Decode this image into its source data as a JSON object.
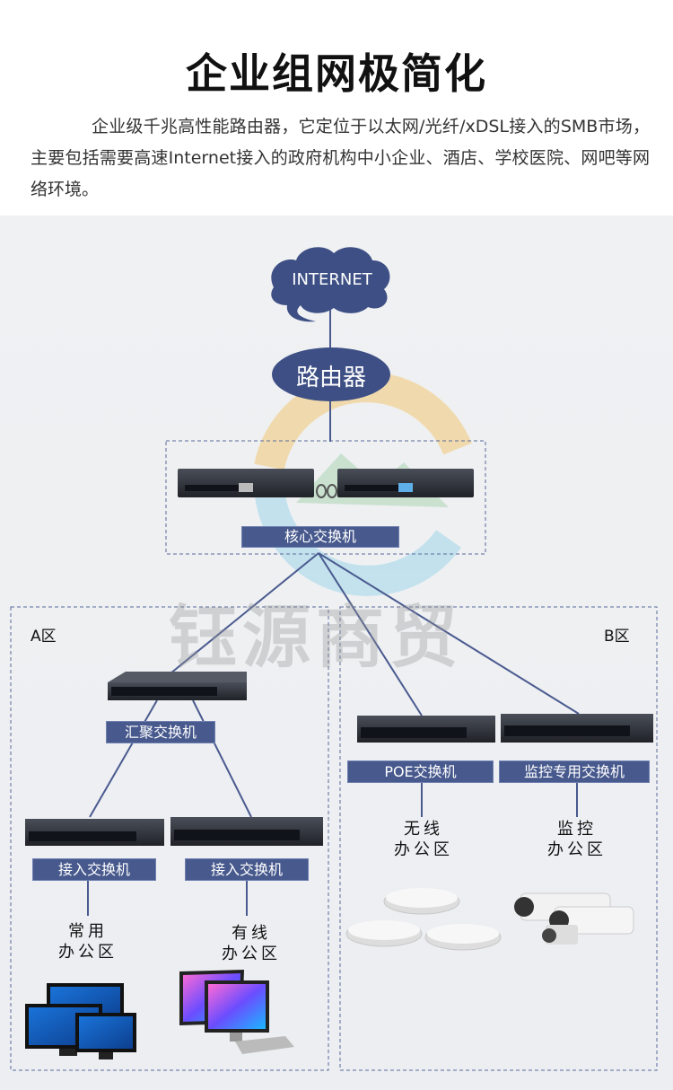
{
  "header": {
    "title": "企业组网极简化",
    "intro": "企业级千兆高性能路由器，它定位于以太网/光纤/xDSL接入的SMB市场，主要包括需要高速Internet接入的政府机构中小企业、酒店、学校医院、网吧等网络环境。"
  },
  "diagram": {
    "internet": "INTERNET",
    "router": "路由器",
    "core_switch": "核心交换机",
    "watermark": "钰源商贸",
    "zone_a": {
      "label": "A区",
      "aggregation_switch": "汇聚交换机",
      "access_switch_left": "接入交换机",
      "access_switch_right": "接入交换机",
      "office_left_line1": "常用",
      "office_left_line2": "办公区",
      "office_right_line1": "有线",
      "office_right_line2": "办公区"
    },
    "zone_b": {
      "label": "B区",
      "poe_switch": "POE交换机",
      "monitor_switch": "监控专用交换机",
      "office_left_line1": "无线",
      "office_left_line2": "办公区",
      "office_right_line1": "监控",
      "office_right_line2": "办公区"
    }
  },
  "colors": {
    "label_bg": "#47598d",
    "cloud": "#3d4f84",
    "line": "#4a5a8f",
    "switch_body": "#2c2f36"
  }
}
